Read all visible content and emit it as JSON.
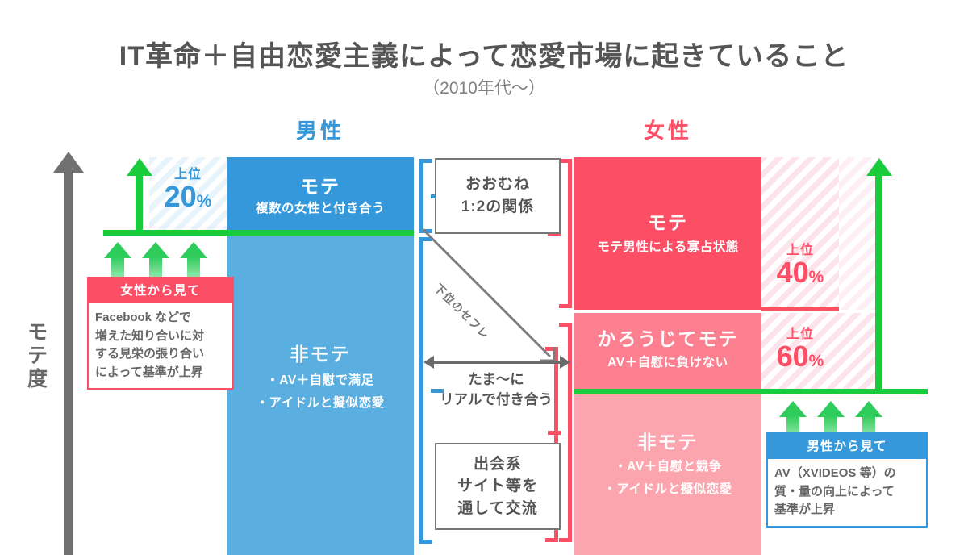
{
  "header": {
    "title": "IT革命＋自由恋愛主義によって恋愛市場に起きていること",
    "subtitle": "（2010年代〜）"
  },
  "axis": {
    "y_label": "モテ度"
  },
  "columns": {
    "male": {
      "heading": "男性",
      "color": "#3498db"
    },
    "female": {
      "heading": "女性",
      "color": "#fc4f66"
    }
  },
  "chart_data": {
    "type": "bar",
    "title": "IT革命＋自由恋愛主義によって恋愛市場に起きていること",
    "subtitle": "（2010年代〜）",
    "ylabel": "モテ度",
    "categories": [
      "男性",
      "女性"
    ],
    "series": [
      {
        "name": "男性",
        "color": "#3498db",
        "segments": [
          {
            "label": "モテ",
            "sub": "複数の女性と付き合う",
            "percent": 20,
            "percent_label": "上位",
            "percent_value": "20",
            "percent_sign": "%",
            "color": "#3498db"
          },
          {
            "label": "非モテ",
            "sub": "・AV＋自慰で満足\n・アイドルと擬似恋愛",
            "percent": 80,
            "color": "#5bafe0"
          }
        ]
      },
      {
        "name": "女性",
        "color": "#fc4f66",
        "segments": [
          {
            "label": "モテ",
            "sub": "モテ男性による寡占状態",
            "percent": 40,
            "percent_label": "上位",
            "percent_value": "40",
            "percent_sign": "%",
            "color": "#fc4f66"
          },
          {
            "label": "かろうじてモテ",
            "sub": "AV＋自慰に負けない",
            "percent": 20,
            "percent_label": "上位",
            "percent_value": "60",
            "percent_sign": "%",
            "color": "#fd8090"
          },
          {
            "label": "非モテ",
            "sub": "・AV＋自慰と競争\n・アイドルと擬似恋愛",
            "percent": 40,
            "color": "#fda5ae"
          }
        ]
      }
    ],
    "annotations": [
      "おおむね 1:2の関係",
      "下位のセフレ",
      "たま〜に リアルで付き合う",
      "出会系 サイト等を 通して交流"
    ]
  },
  "male": {
    "mote": {
      "title": "モテ",
      "sub": "複数の女性と付き合う"
    },
    "himote": {
      "title": "非モテ",
      "line1": "・AV＋自慰で満足",
      "line2": "・アイドルと擬似恋愛"
    },
    "pct": {
      "prefix": "上位",
      "value": "20",
      "sign": "%"
    }
  },
  "female": {
    "mote": {
      "title": "モテ",
      "sub": "モテ男性による寡占状態"
    },
    "karoujite": {
      "title": "かろうじてモテ",
      "sub": "AV＋自慰に負けない"
    },
    "himote": {
      "title": "非モテ",
      "line1": "・AV＋自慰と競争",
      "line2": "・アイドルと擬似恋愛"
    },
    "pct40": {
      "prefix": "上位",
      "value": "40",
      "sign": "%"
    },
    "pct60": {
      "prefix": "上位",
      "value": "60",
      "sign": "%"
    }
  },
  "notes": {
    "ratio_line1": "おおむね",
    "ratio_line2": "1:2の関係",
    "diagonal": "下位のセフレ",
    "exchange_line1": "たま〜に",
    "exchange_line2": "リアルで付き合う",
    "site_line1": "出会系",
    "site_line2": "サイト等を",
    "site_line3": "通して交流"
  },
  "cards": {
    "left": {
      "head": "女性から見て",
      "line1": "Facebook などで",
      "line2": "増えた知り合いに対",
      "line3": "する見栄の張り合い",
      "line4": "によって基準が上昇",
      "accent": "#fc4f66"
    },
    "right": {
      "head": "男性から見て",
      "line1": "AV（XVIDEOS 等）の",
      "line2": "質・量の向上によって",
      "line3": "基準が上昇",
      "accent": "#3498db"
    }
  }
}
